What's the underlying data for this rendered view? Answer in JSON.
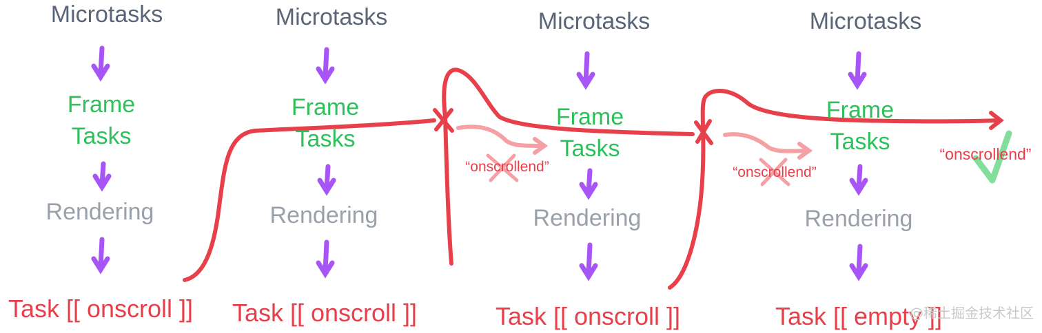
{
  "columns": [
    {
      "micro": "Microtasks",
      "frame_l1": "Frame",
      "frame_l2": "Tasks",
      "rendering": "Rendering",
      "task": "Task [[ onscroll ]]"
    },
    {
      "micro": "Microtasks",
      "frame_l1": "Frame",
      "frame_l2": "Tasks",
      "rendering": "Rendering",
      "task": "Task [[ onscroll ]]"
    },
    {
      "micro": "Microtasks",
      "frame_l1": "Frame",
      "frame_l2": "Tasks",
      "rendering": "Rendering",
      "task": "Task [[ onscroll ]]"
    },
    {
      "micro": "Microtasks",
      "frame_l1": "Frame",
      "frame_l2": "Tasks",
      "rendering": "Rendering",
      "task": "Task [[ empty ]]"
    }
  ],
  "annotations": {
    "cancelled_1": "“onscrollend”",
    "cancelled_2": "“onscrollend”",
    "fired": "“onscrollend”"
  },
  "watermark": "@稀土掘金技术社区",
  "colors": {
    "microtasks": "#5b6578",
    "frame_tasks": "#2ec15b",
    "rendering": "#9aa0aa",
    "task": "#e8404a",
    "arrow": "#a855f7",
    "path": "#e8404a",
    "pink_arrow": "#f4a0a4",
    "check": "#6dd88a"
  }
}
